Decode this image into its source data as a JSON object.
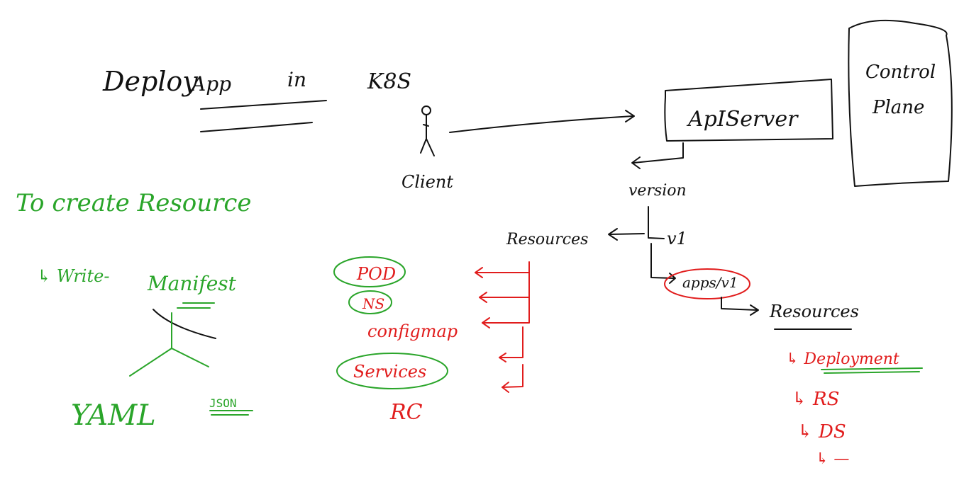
{
  "colors": {
    "black": "#111111",
    "green": "#2aa52a",
    "red": "#e11d1d"
  },
  "title": {
    "w1": "Deploy",
    "w2": "App",
    "w3": "in",
    "w4": "K8S"
  },
  "client_label": "Client",
  "apiserver_label": "ApIServer",
  "control_plane": {
    "line1": "Control",
    "line2": "Plane"
  },
  "version_label": "version",
  "v1_label": "v1",
  "apps_v1_label": "apps/v1",
  "resources_left": "Resources",
  "resources_right": "Resources",
  "green_heading": "To create Resource",
  "manifest": {
    "prefix": "↳ Write-",
    "word": "Manifest"
  },
  "yaml_label": "YAML",
  "json_label": "JSON",
  "resource_list": [
    "POD",
    "NS",
    "configmap",
    "Services",
    "RC"
  ],
  "apps_resources": [
    "↳ Deployment",
    "↳ RS",
    "↳ DS",
    "↳ —"
  ]
}
